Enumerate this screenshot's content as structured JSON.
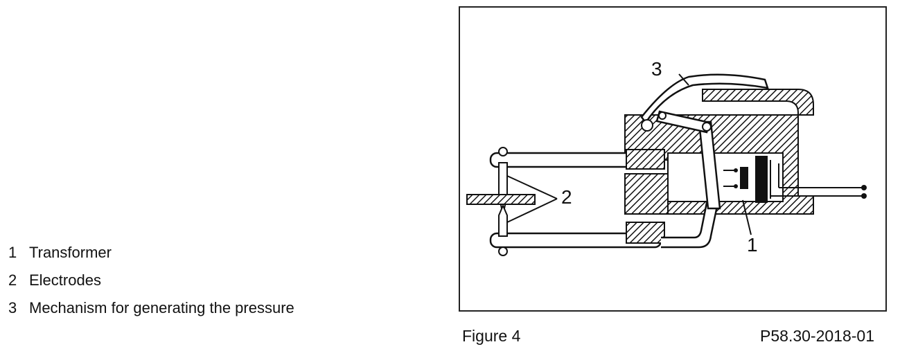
{
  "legend": {
    "items": [
      {
        "number": "1",
        "label": "Transformer"
      },
      {
        "number": "2",
        "label": "Electrodes"
      },
      {
        "number": "3",
        "label": "Mechanism for generating the pressure"
      }
    ]
  },
  "figure": {
    "callouts": [
      "3",
      "2",
      "1"
    ],
    "caption": "Figure 4",
    "reference": "P58.30-2018-01"
  }
}
